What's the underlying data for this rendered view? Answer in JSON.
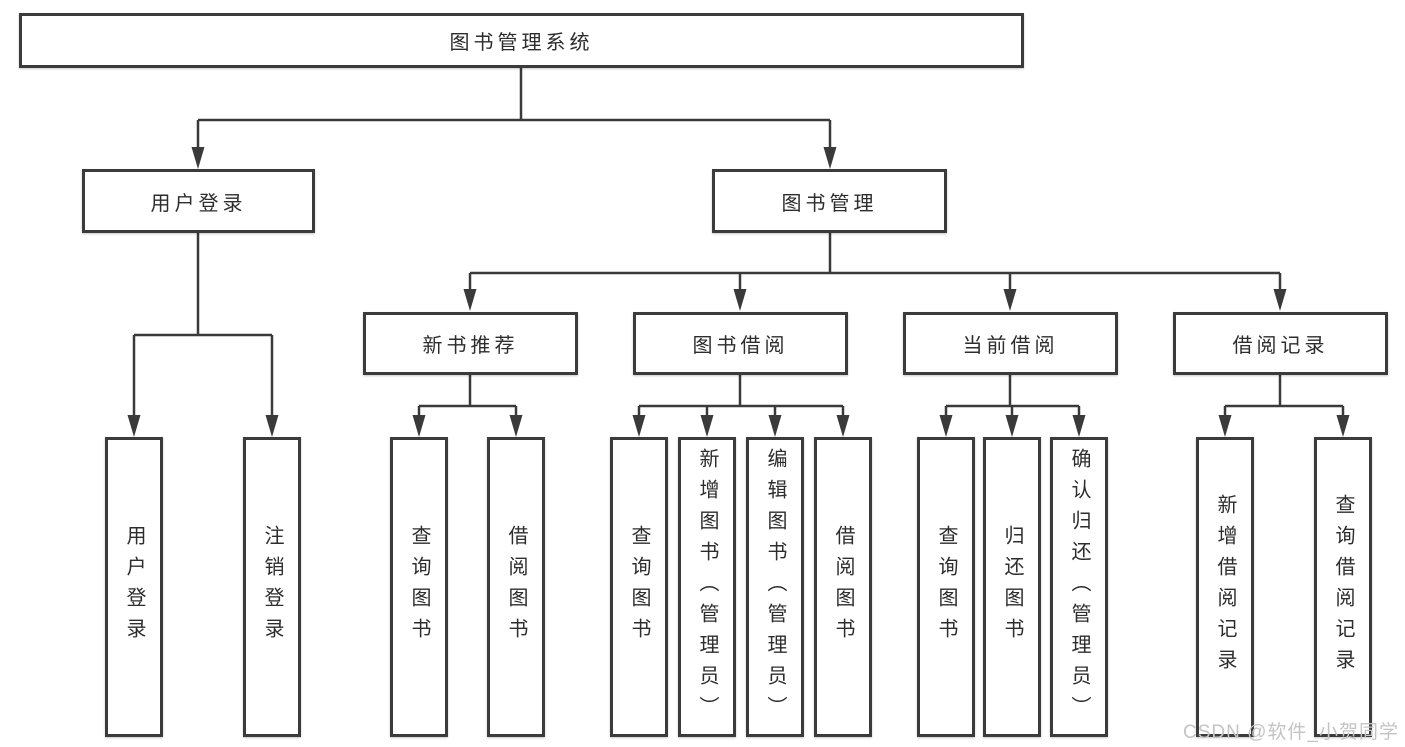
{
  "tree": {
    "root": {
      "label": "图书管理系统"
    },
    "branches": [
      {
        "label": "用户登录",
        "children": [
          {
            "label": "用户登录"
          },
          {
            "label": "注销登录"
          }
        ]
      },
      {
        "label": "图书管理",
        "sections": [
          {
            "label": "新书推荐",
            "children": [
              {
                "label": "查询图书"
              },
              {
                "label": "借阅图书"
              }
            ]
          },
          {
            "label": "图书借阅",
            "children": [
              {
                "label": "查询图书"
              },
              {
                "label": "新增图书（管理员）"
              },
              {
                "label": "编辑图书（管理员）"
              },
              {
                "label": "借阅图书"
              }
            ]
          },
          {
            "label": "当前借阅",
            "children": [
              {
                "label": "查询图书"
              },
              {
                "label": "归还图书"
              },
              {
                "label": "确认归还（管理员）"
              }
            ]
          },
          {
            "label": "借阅记录",
            "children": [
              {
                "label": "新增借阅记录"
              },
              {
                "label": "查询借阅记录"
              }
            ]
          }
        ]
      }
    ]
  },
  "watermark": {
    "text": "CSDN @软件_小贺同学"
  },
  "colors": {
    "line": "#3a3a3a",
    "box_border": "#3b3b3b",
    "text": "#2d2d2d",
    "watermark": "#c4c4c4",
    "background": "#ffffff"
  }
}
